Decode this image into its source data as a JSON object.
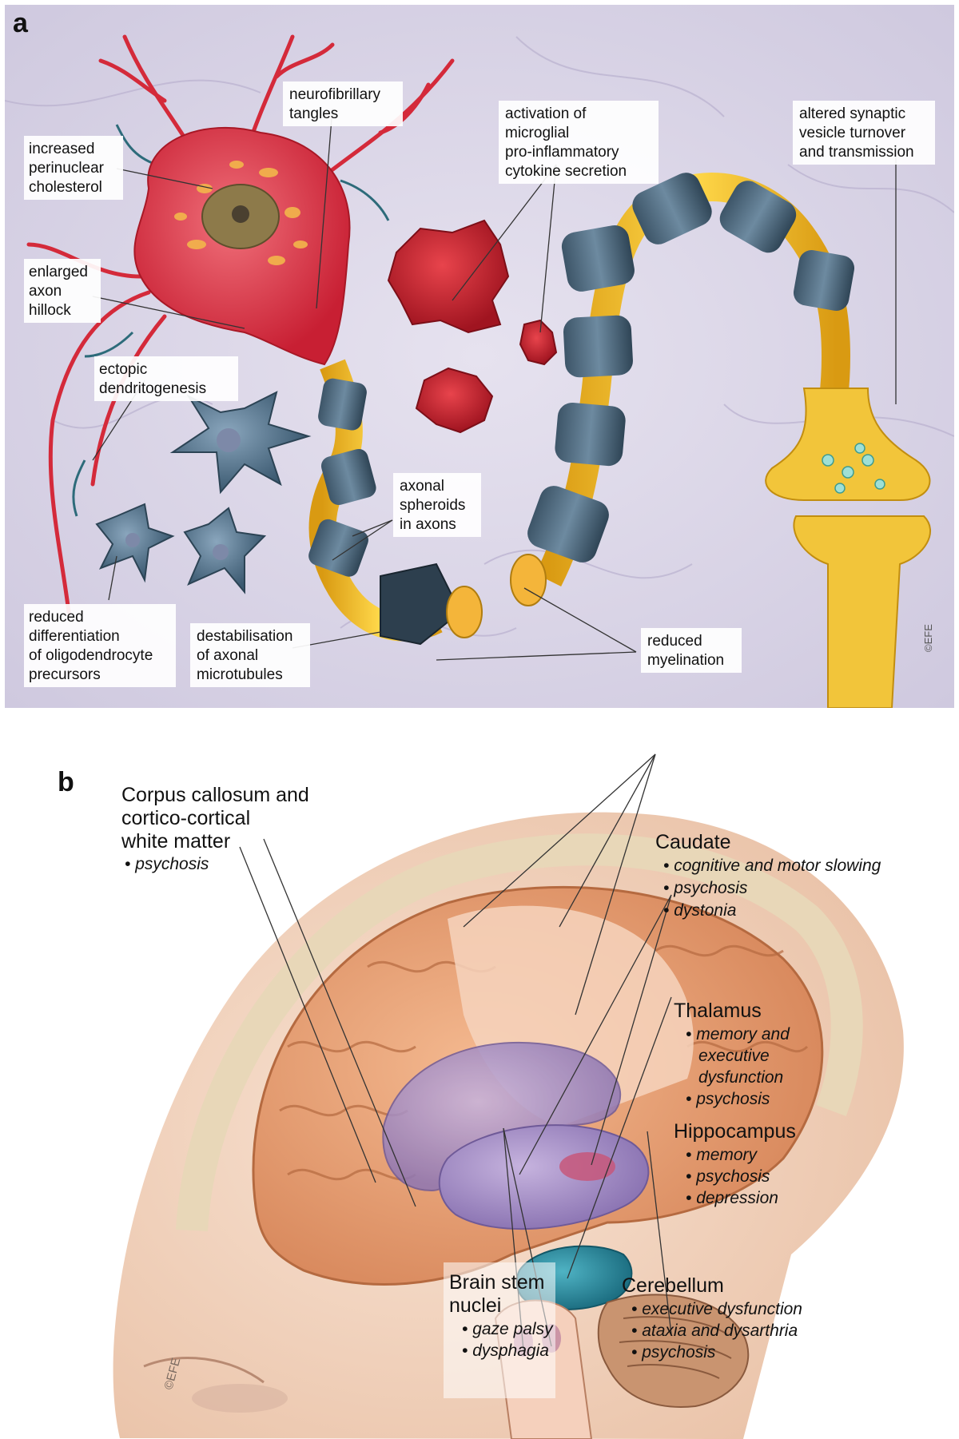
{
  "panel_a": {
    "letter": "a",
    "labels": {
      "neurofibrillary": [
        "neurofibrillary",
        "tangles"
      ],
      "cholesterol": [
        "increased",
        "perinuclear",
        "cholesterol"
      ],
      "hillock": [
        "enlarged",
        "axon",
        "hillock"
      ],
      "dendrito": [
        "ectopic",
        "dendritogenesis"
      ],
      "microglia": [
        "activation of",
        "microglial",
        "pro-inflammatory",
        "cytokine secretion"
      ],
      "synaptic": [
        "altered synaptic",
        "vesicle turnover",
        "and transmission"
      ],
      "spheroids": [
        "axonal",
        "spheroids",
        "in axons"
      ],
      "oligo": [
        "reduced",
        "differentiation",
        "of oligodendrocyte",
        "precursors"
      ],
      "microtubules": [
        "destabilisation",
        "of axonal",
        "microtubules"
      ],
      "myelination": [
        "reduced",
        "myelination"
      ]
    },
    "copyright": "©EFE"
  },
  "panel_b": {
    "letter": "b",
    "regions": [
      {
        "key": "corpus",
        "title": [
          "Corpus callosum and",
          "cortico-cortical",
          "white matter"
        ],
        "items": [
          "psychosis"
        ]
      },
      {
        "key": "caudate",
        "title": [
          "Caudate"
        ],
        "items": [
          "cognitive and motor slowing",
          "psychosis",
          "dystonia"
        ]
      },
      {
        "key": "thalamus",
        "title": [
          "Thalamus"
        ],
        "items": [
          "memory and",
          "executive",
          "dysfunction",
          "psychosis"
        ]
      },
      {
        "key": "hippocampus",
        "title": [
          "Hippocampus"
        ],
        "items": [
          "memory",
          "psychosis",
          "depression"
        ]
      },
      {
        "key": "brainstem",
        "title": [
          "Brain stem",
          "nuclei"
        ],
        "items": [
          "gaze palsy",
          "dysphagia"
        ]
      },
      {
        "key": "cerebellum",
        "title": [
          "Cerebellum"
        ],
        "items": [
          "executive dysfunction",
          "ataxia and dysarthria",
          "psychosis"
        ]
      }
    ],
    "bullet": "•",
    "copyright": "©EFE"
  }
}
